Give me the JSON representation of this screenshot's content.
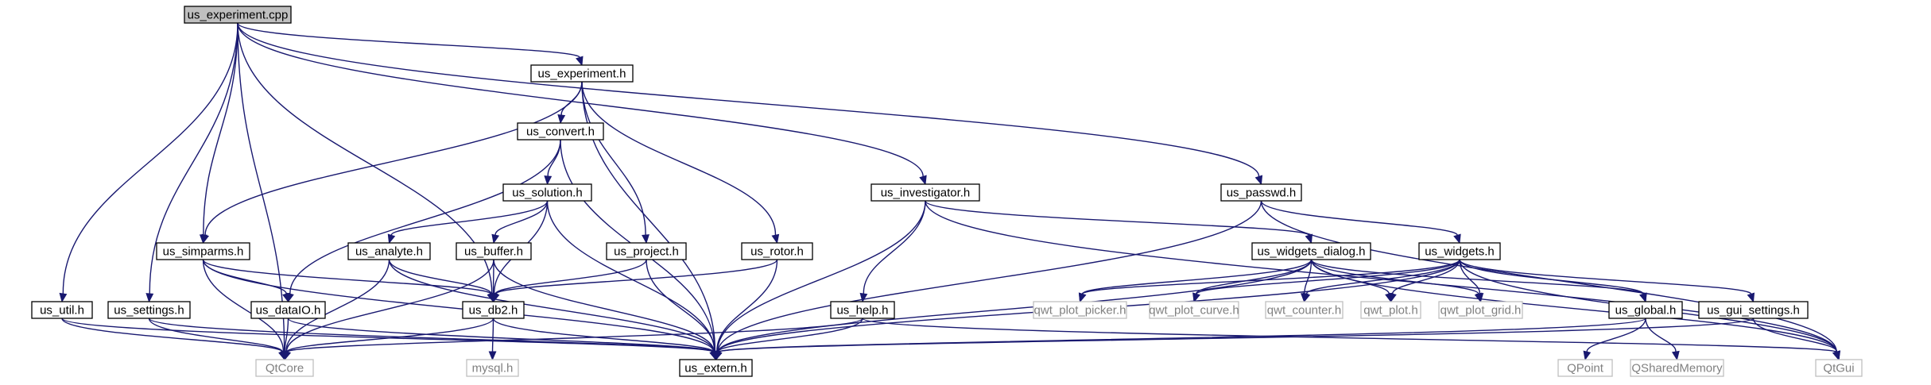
{
  "graph": {
    "colors": {
      "edge": "#191970",
      "box_fill": "#ffffff",
      "box_stroke": "#000000",
      "root_fill": "#bfbfbf",
      "external_stroke": "#bfbfbf",
      "external_text": "#808080",
      "text": "#000000"
    },
    "nodes": [
      {
        "id": "us_experiment_cpp",
        "label": "us_experiment.cpp",
        "kind": "root"
      },
      {
        "id": "us_experiment_h",
        "label": "us_experiment.h",
        "kind": "header"
      },
      {
        "id": "us_convert_h",
        "label": "us_convert.h",
        "kind": "header"
      },
      {
        "id": "us_solution_h",
        "label": "us_solution.h",
        "kind": "header"
      },
      {
        "id": "us_simparms_h",
        "label": "us_simparms.h",
        "kind": "header"
      },
      {
        "id": "us_analyte_h",
        "label": "us_analyte.h",
        "kind": "header"
      },
      {
        "id": "us_buffer_h",
        "label": "us_buffer.h",
        "kind": "header"
      },
      {
        "id": "us_project_h",
        "label": "us_project.h",
        "kind": "header"
      },
      {
        "id": "us_rotor_h",
        "label": "us_rotor.h",
        "kind": "header"
      },
      {
        "id": "us_investigator_h",
        "label": "us_investigator.h",
        "kind": "header"
      },
      {
        "id": "us_passwd_h",
        "label": "us_passwd.h",
        "kind": "header"
      },
      {
        "id": "us_widgets_dialog_h",
        "label": "us_widgets_dialog.h",
        "kind": "header"
      },
      {
        "id": "us_widgets_h",
        "label": "us_widgets.h",
        "kind": "header"
      },
      {
        "id": "us_util_h",
        "label": "us_util.h",
        "kind": "header"
      },
      {
        "id": "us_settings_h",
        "label": "us_settings.h",
        "kind": "header"
      },
      {
        "id": "us_dataIO_h",
        "label": "us_dataIO.h",
        "kind": "header"
      },
      {
        "id": "us_db2_h",
        "label": "us_db2.h",
        "kind": "header"
      },
      {
        "id": "us_help_h",
        "label": "us_help.h",
        "kind": "header"
      },
      {
        "id": "us_global_h",
        "label": "us_global.h",
        "kind": "header"
      },
      {
        "id": "us_gui_settings_h",
        "label": "us_gui_settings.h",
        "kind": "header"
      },
      {
        "id": "us_extern_h",
        "label": "us_extern.h",
        "kind": "header"
      },
      {
        "id": "QtCore",
        "label": "QtCore",
        "kind": "external"
      },
      {
        "id": "mysql_h",
        "label": "mysql.h",
        "kind": "external"
      },
      {
        "id": "qwt_plot_picker_h",
        "label": "qwt_plot_picker.h",
        "kind": "external"
      },
      {
        "id": "qwt_plot_curve_h",
        "label": "qwt_plot_curve.h",
        "kind": "external"
      },
      {
        "id": "qwt_counter_h",
        "label": "qwt_counter.h",
        "kind": "external"
      },
      {
        "id": "qwt_plot_h",
        "label": "qwt_plot.h",
        "kind": "external"
      },
      {
        "id": "qwt_plot_grid_h",
        "label": "qwt_plot_grid.h",
        "kind": "external"
      },
      {
        "id": "QPoint",
        "label": "QPoint",
        "kind": "external"
      },
      {
        "id": "QSharedMemory",
        "label": "QSharedMemory",
        "kind": "external"
      },
      {
        "id": "QtGui",
        "label": "QtGui",
        "kind": "external"
      }
    ],
    "edges": [
      [
        "us_experiment_cpp",
        "us_experiment_h"
      ],
      [
        "us_experiment_cpp",
        "us_investigator_h"
      ],
      [
        "us_experiment_cpp",
        "us_passwd_h"
      ],
      [
        "us_experiment_cpp",
        "us_simparms_h"
      ],
      [
        "us_experiment_cpp",
        "us_util_h"
      ],
      [
        "us_experiment_cpp",
        "us_settings_h"
      ],
      [
        "us_experiment_cpp",
        "us_db2_h"
      ],
      [
        "us_experiment_cpp",
        "QtCore"
      ],
      [
        "us_experiment_h",
        "us_convert_h"
      ],
      [
        "us_experiment_h",
        "us_simparms_h"
      ],
      [
        "us_experiment_h",
        "us_project_h"
      ],
      [
        "us_experiment_h",
        "us_rotor_h"
      ],
      [
        "us_experiment_h",
        "us_extern_h"
      ],
      [
        "us_convert_h",
        "us_solution_h"
      ],
      [
        "us_convert_h",
        "us_dataIO_h"
      ],
      [
        "us_convert_h",
        "us_extern_h"
      ],
      [
        "us_solution_h",
        "us_analyte_h"
      ],
      [
        "us_solution_h",
        "us_buffer_h"
      ],
      [
        "us_solution_h",
        "us_db2_h"
      ],
      [
        "us_solution_h",
        "us_extern_h"
      ],
      [
        "us_simparms_h",
        "us_dataIO_h"
      ],
      [
        "us_simparms_h",
        "us_db2_h"
      ],
      [
        "us_simparms_h",
        "QtCore"
      ],
      [
        "us_simparms_h",
        "us_extern_h"
      ],
      [
        "us_analyte_h",
        "us_db2_h"
      ],
      [
        "us_analyte_h",
        "QtCore"
      ],
      [
        "us_analyte_h",
        "us_extern_h"
      ],
      [
        "us_buffer_h",
        "us_db2_h"
      ],
      [
        "us_buffer_h",
        "QtCore"
      ],
      [
        "us_buffer_h",
        "us_extern_h"
      ],
      [
        "us_project_h",
        "us_db2_h"
      ],
      [
        "us_project_h",
        "us_extern_h"
      ],
      [
        "us_rotor_h",
        "us_db2_h"
      ],
      [
        "us_rotor_h",
        "us_extern_h"
      ],
      [
        "us_investigator_h",
        "us_help_h"
      ],
      [
        "us_investigator_h",
        "us_widgets_dialog_h"
      ],
      [
        "us_investigator_h",
        "us_extern_h"
      ],
      [
        "us_investigator_h",
        "QtGui"
      ],
      [
        "us_passwd_h",
        "us_widgets_h"
      ],
      [
        "us_passwd_h",
        "us_extern_h"
      ],
      [
        "us_passwd_h",
        "QtGui"
      ],
      [
        "us_widgets_dialog_h",
        "qwt_plot_picker_h"
      ],
      [
        "us_widgets_dialog_h",
        "qwt_plot_curve_h"
      ],
      [
        "us_widgets_dialog_h",
        "qwt_counter_h"
      ],
      [
        "us_widgets_dialog_h",
        "qwt_plot_h"
      ],
      [
        "us_widgets_dialog_h",
        "qwt_plot_grid_h"
      ],
      [
        "us_widgets_dialog_h",
        "us_global_h"
      ],
      [
        "us_widgets_dialog_h",
        "us_extern_h"
      ],
      [
        "us_widgets_dialog_h",
        "QtGui"
      ],
      [
        "us_widgets_h",
        "qwt_plot_picker_h"
      ],
      [
        "us_widgets_h",
        "qwt_plot_curve_h"
      ],
      [
        "us_widgets_h",
        "qwt_counter_h"
      ],
      [
        "us_widgets_h",
        "qwt_plot_h"
      ],
      [
        "us_widgets_h",
        "qwt_plot_grid_h"
      ],
      [
        "us_widgets_h",
        "us_global_h"
      ],
      [
        "us_widgets_h",
        "us_gui_settings_h"
      ],
      [
        "us_widgets_h",
        "us_extern_h"
      ],
      [
        "us_widgets_h",
        "QtGui"
      ],
      [
        "us_util_h",
        "QtCore"
      ],
      [
        "us_util_h",
        "us_extern_h"
      ],
      [
        "us_settings_h",
        "QtCore"
      ],
      [
        "us_settings_h",
        "us_extern_h"
      ],
      [
        "us_dataIO_h",
        "QtCore"
      ],
      [
        "us_dataIO_h",
        "us_extern_h"
      ],
      [
        "us_db2_h",
        "QtCore"
      ],
      [
        "us_db2_h",
        "mysql_h"
      ],
      [
        "us_db2_h",
        "us_extern_h"
      ],
      [
        "us_help_h",
        "QtCore"
      ],
      [
        "us_help_h",
        "us_extern_h"
      ],
      [
        "us_help_h",
        "QtGui"
      ],
      [
        "us_global_h",
        "QPoint"
      ],
      [
        "us_global_h",
        "QSharedMemory"
      ],
      [
        "us_global_h",
        "us_extern_h"
      ],
      [
        "us_gui_settings_h",
        "QtGui"
      ],
      [
        "us_gui_settings_h",
        "us_extern_h"
      ]
    ]
  }
}
